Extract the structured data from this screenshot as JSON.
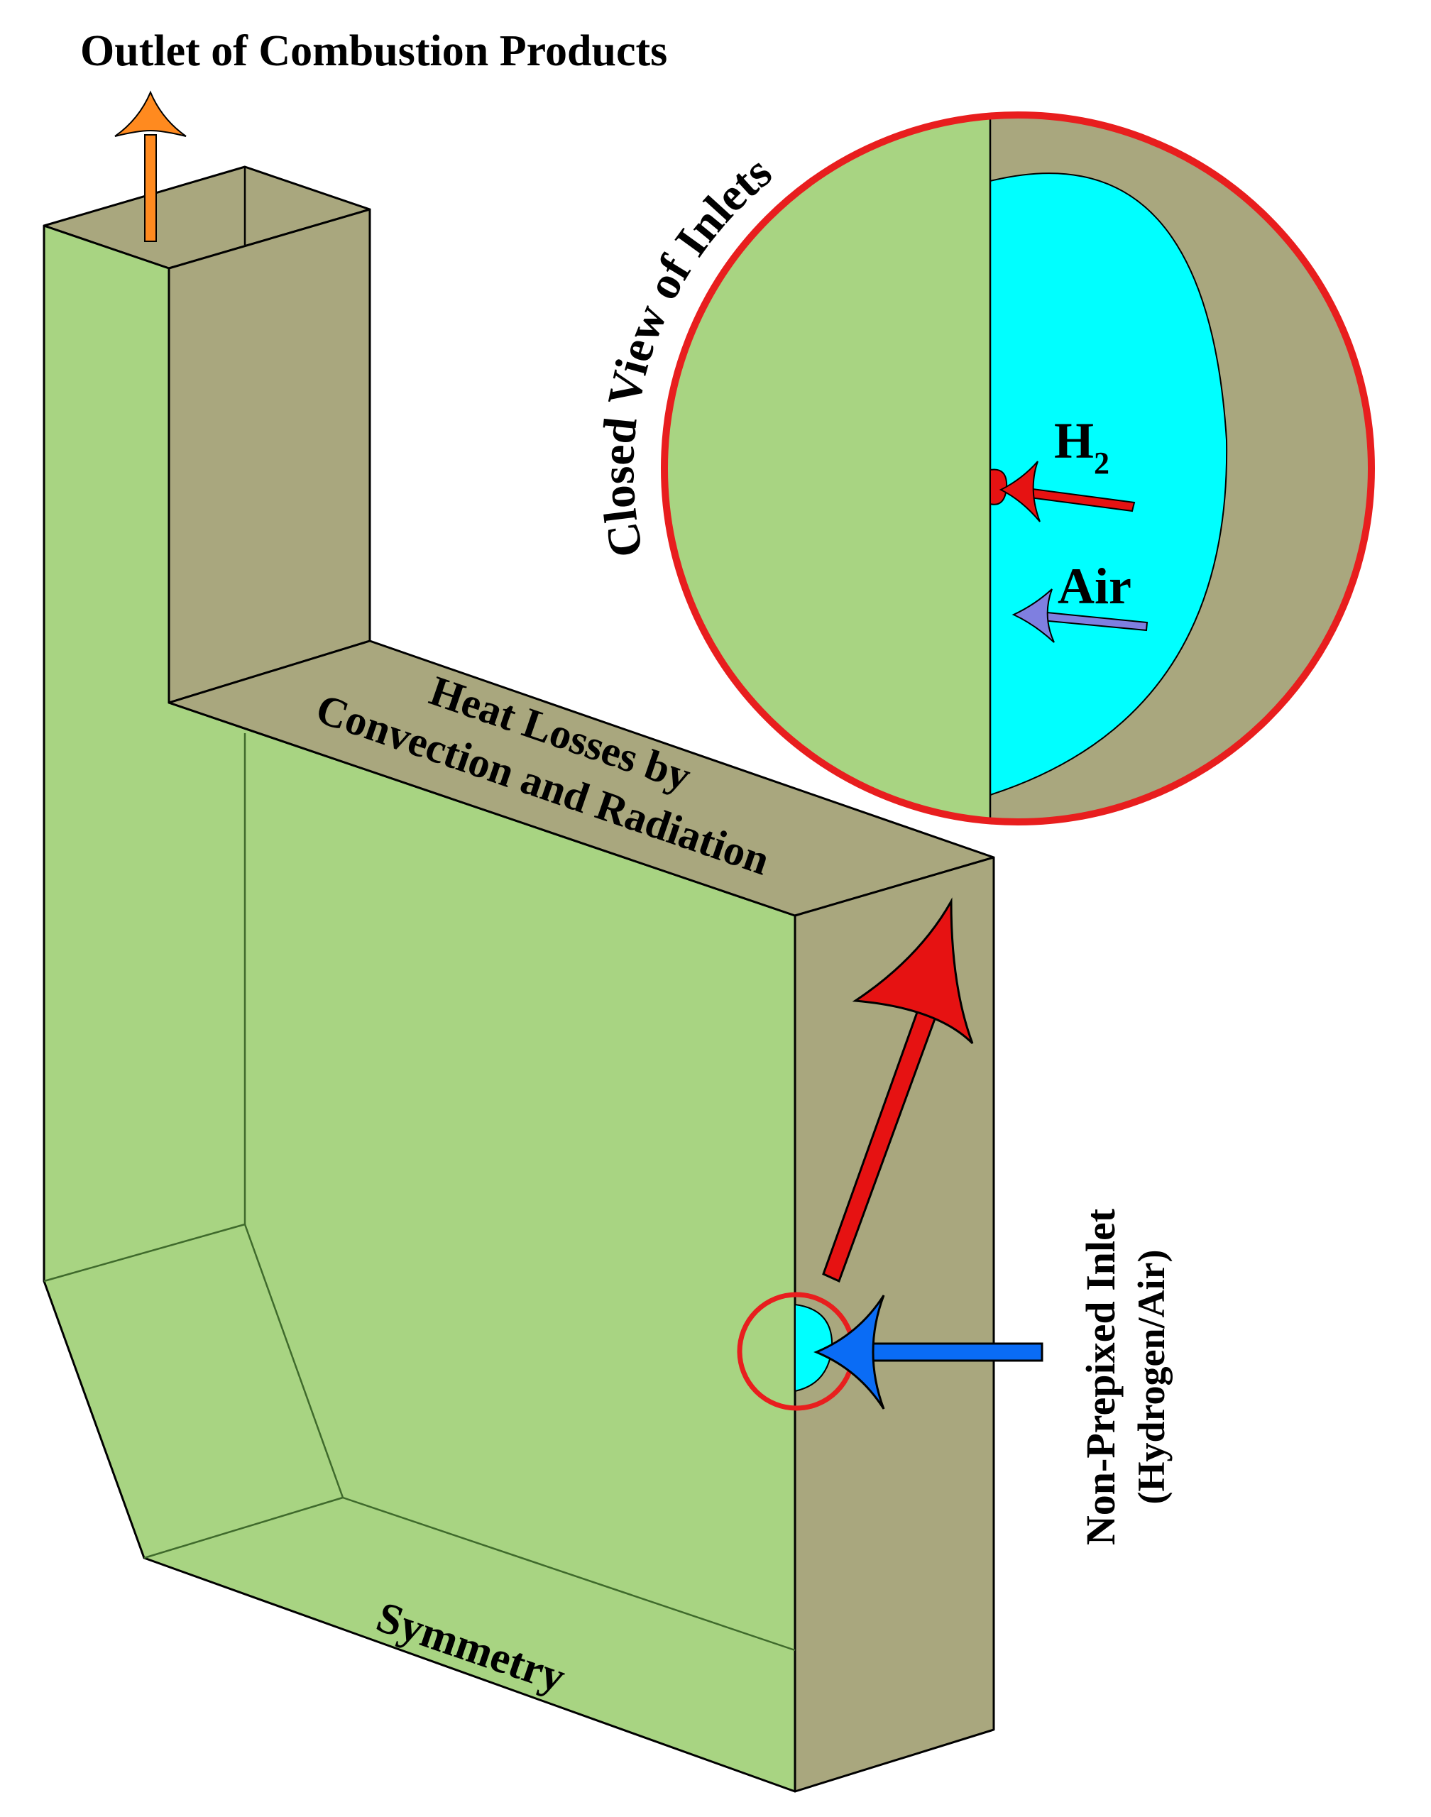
{
  "labels": {
    "outlet": "Outlet of Combustion Products",
    "heat_losses_line1": "Heat Losses by",
    "heat_losses_line2": "Convection and Radiation",
    "symmetry": "Symmetry",
    "inlet_line1": "Non-Prepixed Inlet",
    "inlet_line2": "(Hydrogen/Air)",
    "closed_view": "Closed View of Inlets",
    "h2_main": "H",
    "h2_sub": "2",
    "air": "Air"
  },
  "colors": {
    "green_face": "#a8d482",
    "khaki_face": "#a9a77e",
    "cyan_inlet": "#00ffff",
    "red_highlight": "#ff1a1a",
    "blue_arrow": "#0a6cf5",
    "orange_arrow": "#ff8a1f",
    "purple_arrow": "#7f7fe0",
    "red_arrow": "#e61212"
  }
}
